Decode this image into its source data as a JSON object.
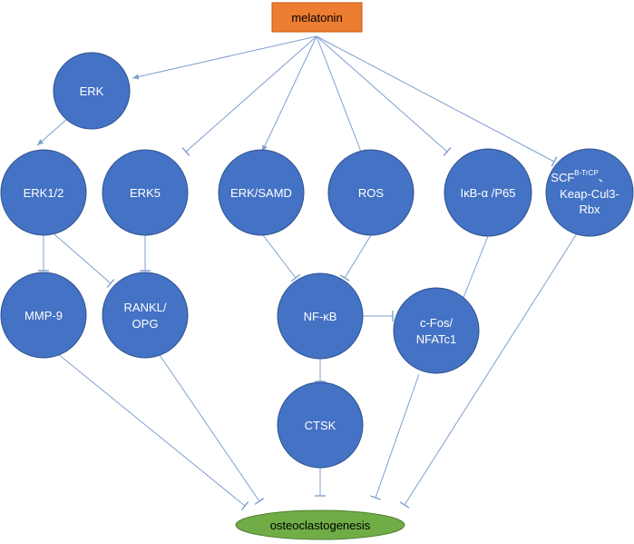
{
  "colors": {
    "node_fill": "#4472c4",
    "node_stroke": "#2f528f",
    "melatonin_fill": "#ed7d31",
    "melatonin_stroke": "#c55a11",
    "output_fill": "#70ad47",
    "output_stroke": "#507e32",
    "edge": "#7f9fcf"
  },
  "source": {
    "label": "melatonin"
  },
  "output": {
    "label": "osteoclastogenesis"
  },
  "nodes": {
    "erk": {
      "label": "ERK"
    },
    "erk12": {
      "label": "ERK1/2"
    },
    "erk5": {
      "label": "ERK5"
    },
    "erk_samd": {
      "label": "ERK/SAMD"
    },
    "ros": {
      "label": "ROS"
    },
    "ikb": {
      "label": "IκB-α /P65"
    },
    "scf": {
      "line1": "SCF",
      "superscript": "B-TrCP",
      "mark": "、",
      "line2": "Keap-Cul3-",
      "line3": "Rbx"
    },
    "mmp9": {
      "label": "MMP-9"
    },
    "rankl": {
      "line1": "RANKL/",
      "line2": "OPG"
    },
    "nfkb": {
      "label": "NF-κB"
    },
    "cfos": {
      "line1": "c-Fos/",
      "line2": "NFATc1"
    },
    "ctsk": {
      "label": "CTSK"
    }
  },
  "edges": [
    {
      "from": "melatonin",
      "to": "ERK",
      "type": "activation"
    },
    {
      "from": "melatonin",
      "to": "ERK5",
      "type": "inhibition"
    },
    {
      "from": "melatonin",
      "to": "ERK/SAMD",
      "type": "activation"
    },
    {
      "from": "melatonin",
      "to": "ROS",
      "type": "inhibition"
    },
    {
      "from": "melatonin",
      "to": "IκB-α /P65",
      "type": "inhibition"
    },
    {
      "from": "melatonin",
      "to": "SCF B-TrCP Keap-Cul3-Rbx",
      "type": "inhibition"
    },
    {
      "from": "ERK",
      "to": "ERK1/2",
      "type": "activation"
    },
    {
      "from": "ERK1/2",
      "to": "MMP-9",
      "type": "inhibition"
    },
    {
      "from": "ERK1/2",
      "to": "RANKL/OPG",
      "type": "inhibition"
    },
    {
      "from": "ERK5",
      "to": "RANKL/OPG",
      "type": "inhibition"
    },
    {
      "from": "ERK/SAMD",
      "to": "NF-κB",
      "type": "inhibition"
    },
    {
      "from": "ROS",
      "to": "NF-κB",
      "type": "inhibition"
    },
    {
      "from": "IκB-α /P65",
      "to": "c-Fos/NFATc1",
      "type": "inhibition"
    },
    {
      "from": "NF-κB",
      "to": "c-Fos/NFATc1",
      "type": "inhibition"
    },
    {
      "from": "NF-κB",
      "to": "CTSK",
      "type": "inhibition"
    },
    {
      "from": "MMP-9",
      "to": "osteoclastogenesis",
      "type": "inhibition"
    },
    {
      "from": "RANKL/OPG",
      "to": "osteoclastogenesis",
      "type": "inhibition"
    },
    {
      "from": "CTSK",
      "to": "osteoclastogenesis",
      "type": "inhibition"
    },
    {
      "from": "c-Fos/NFATc1",
      "to": "osteoclastogenesis",
      "type": "inhibition"
    },
    {
      "from": "SCF B-TrCP Keap-Cul3-Rbx",
      "to": "osteoclastogenesis",
      "type": "inhibition"
    }
  ]
}
